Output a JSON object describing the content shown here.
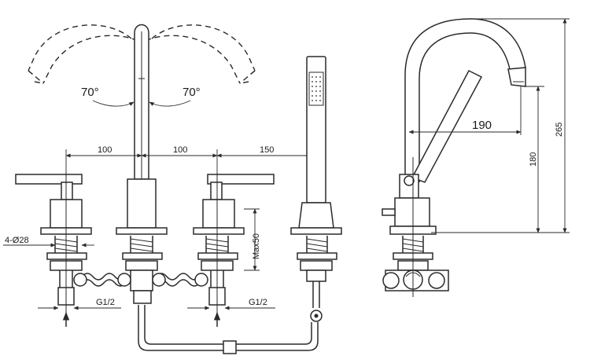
{
  "drawing": {
    "front_view": {
      "angle_left": "70°",
      "angle_right": "70°",
      "spacing_1": "100",
      "spacing_2": "100",
      "spacing_3": "150",
      "hole_spec": "4-Ø28",
      "deck_max": "Max50",
      "thread_left": "G1/2",
      "thread_right": "G1/2"
    },
    "side_view": {
      "reach": "190",
      "spout_height": "180",
      "total_height": "265"
    }
  }
}
